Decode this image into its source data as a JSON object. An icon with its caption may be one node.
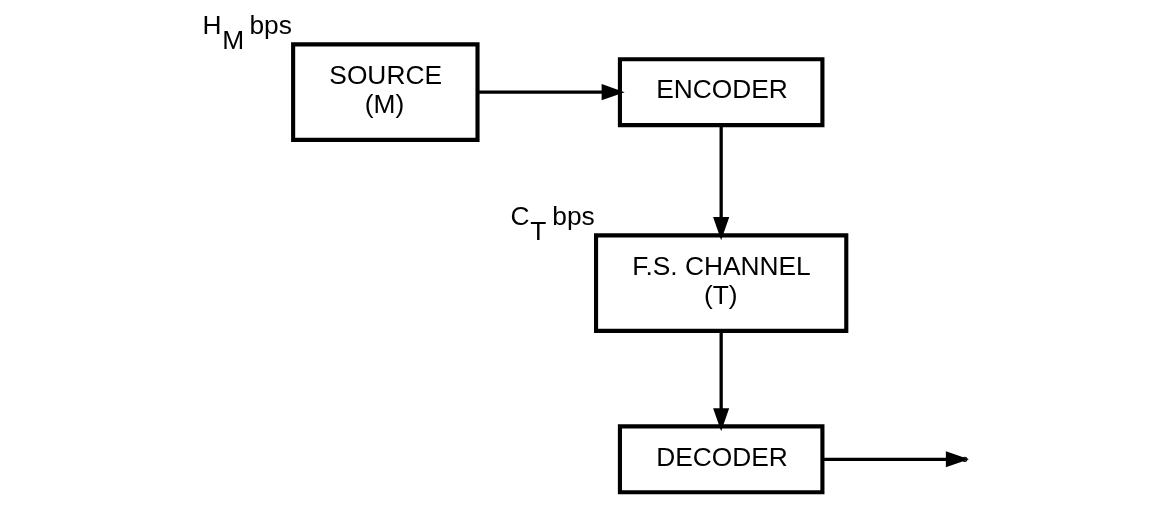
{
  "diagram": {
    "nodes": [
      {
        "text": [
          "SOURCE",
          "(M)"
        ],
        "beside": [
          "H$_{M}$ bps"
        ]
      },
      {
        "text": [
          "ENCODER"
        ]
      },
      {
        "text": [
          "F.S. CHANNEL",
          "(T)"
        ],
        "beside": [
          "C$_{T}$ bps"
        ]
      },
      {
        "text": [
          "DECODER"
        ]
      }
    ],
    "edges": [
      {
        "from": 0,
        "to": 1,
        "arrow": "to"
      },
      {
        "from": 1,
        "to": 2,
        "arrow": "to"
      },
      {
        "from": 2,
        "to": 3,
        "arrow": "to"
      },
      {
        "from": 3,
        "to": null,
        "arrow": "to"
      }
    ]
  }
}
